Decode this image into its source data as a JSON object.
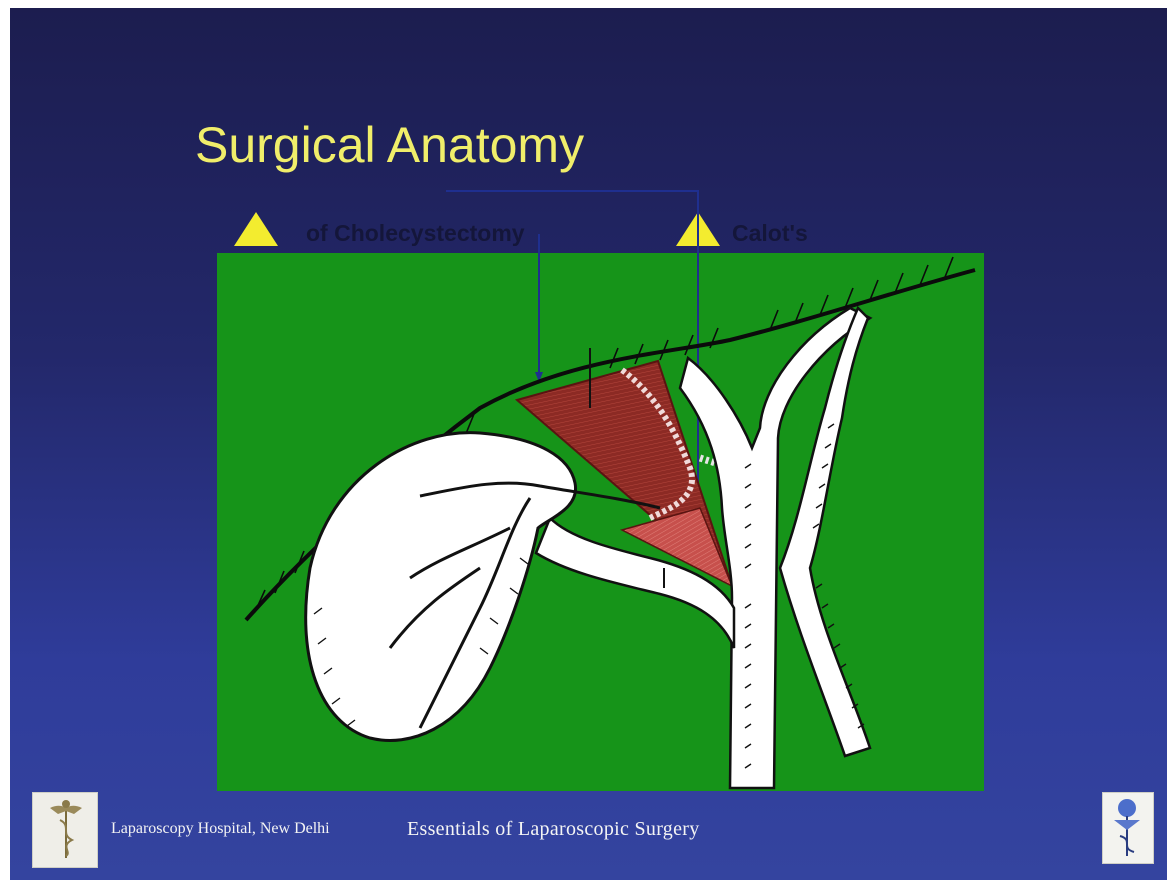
{
  "slide": {
    "title": "Surgical Anatomy",
    "labels": [
      {
        "text": "of  Cholecystectomy"
      },
      {
        "text": "Calot's"
      }
    ]
  },
  "footer": {
    "organization": "Laparoscopy Hospital, New Delhi",
    "course": "Essentials of Laparoscopic Surgery"
  },
  "colors": {
    "background": "#23286b",
    "title": "#f0ee6a",
    "triangle": "#f3ec2f",
    "panel": "#169419",
    "triangle_fill": "#8c2a24"
  },
  "icons": [
    "triangle-icon",
    "caduceus-icon",
    "globe-caduceus-icon"
  ]
}
